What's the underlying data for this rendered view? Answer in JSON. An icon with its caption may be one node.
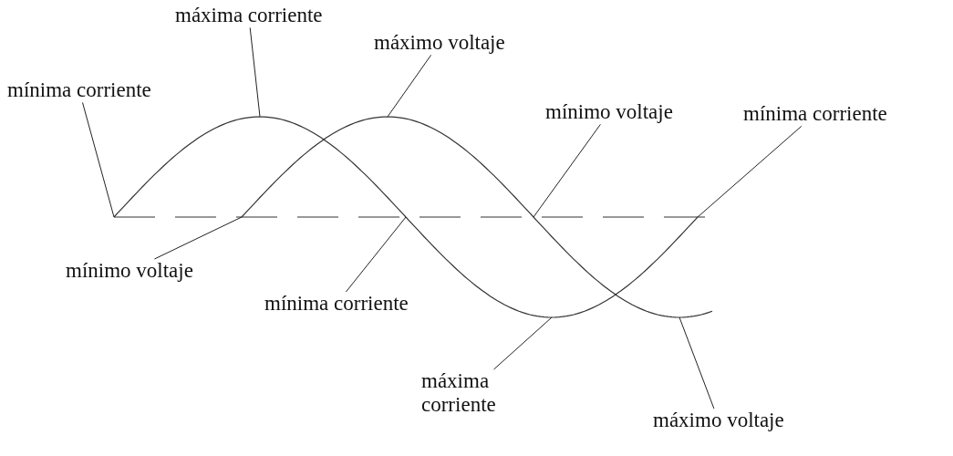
{
  "diagram": {
    "nodes": [
      {
        "text": [
          "máxima corriente"
        ]
      },
      {
        "text": [
          "máximo voltaje"
        ]
      },
      {
        "text": [
          "mínima corriente"
        ]
      },
      {
        "text": [
          "mínimo voltaje"
        ]
      },
      {
        "text": [
          "mínima corriente"
        ]
      },
      {
        "text": [
          "mínimo voltaje"
        ]
      },
      {
        "text": [
          "mínima corriente"
        ]
      },
      {
        "text": [
          "máxima corriente"
        ]
      },
      {
        "text": [
          "máximo voltaje"
        ]
      }
    ],
    "edges": [
      {
        "from": 0,
        "to": null,
        "arrow": "none"
      },
      {
        "from": 1,
        "to": null,
        "arrow": "none"
      },
      {
        "from": 2,
        "to": null,
        "arrow": "none"
      },
      {
        "from": 3,
        "to": null,
        "arrow": "none"
      },
      {
        "from": 4,
        "to": null,
        "arrow": "none"
      },
      {
        "from": 5,
        "to": null,
        "arrow": "none"
      },
      {
        "from": 6,
        "to": null,
        "arrow": "none"
      },
      {
        "from": 7,
        "to": null,
        "arrow": "none"
      },
      {
        "from": 8,
        "to": null,
        "arrow": "none"
      }
    ]
  }
}
